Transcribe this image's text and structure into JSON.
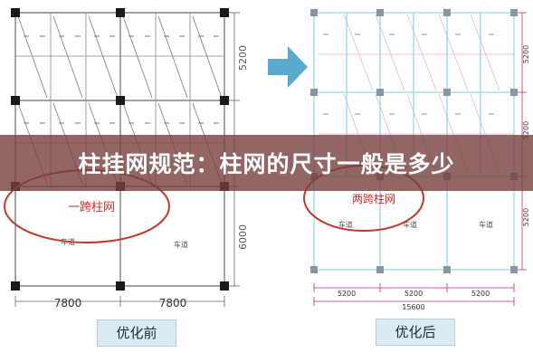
{
  "banner": {
    "title": "柱挂网规范：柱网的尺寸一般是多少"
  },
  "before": {
    "dim_upper": "5200",
    "dim_lower": "6000",
    "dim_bottom_left": "7800",
    "dim_bottom_right": "7800",
    "span_label": "一跨柱网",
    "lane_left": "车道",
    "lane_right": "车道",
    "caption": "优化前"
  },
  "after": {
    "dim_upper": "5200",
    "dim_middle": "5200",
    "dim_lower": "5200",
    "dim_bottom_1": "5200",
    "dim_bottom_2": "5200",
    "dim_bottom_3": "5200",
    "dim_total": "15600",
    "span_label": "两跨柱网",
    "lane_1": "车道",
    "lane_2": "车道",
    "lane_3": "车道",
    "caption": "优化后"
  },
  "colors": {
    "arrow": "#5aa9cf",
    "ellipse": "#c0392b",
    "label_red": "#d0302a",
    "banner_bg": "#76403e",
    "after_grid": "#7fd3df",
    "after_hatch": "#e8b3d4",
    "dim_line": "#c02a7a"
  }
}
